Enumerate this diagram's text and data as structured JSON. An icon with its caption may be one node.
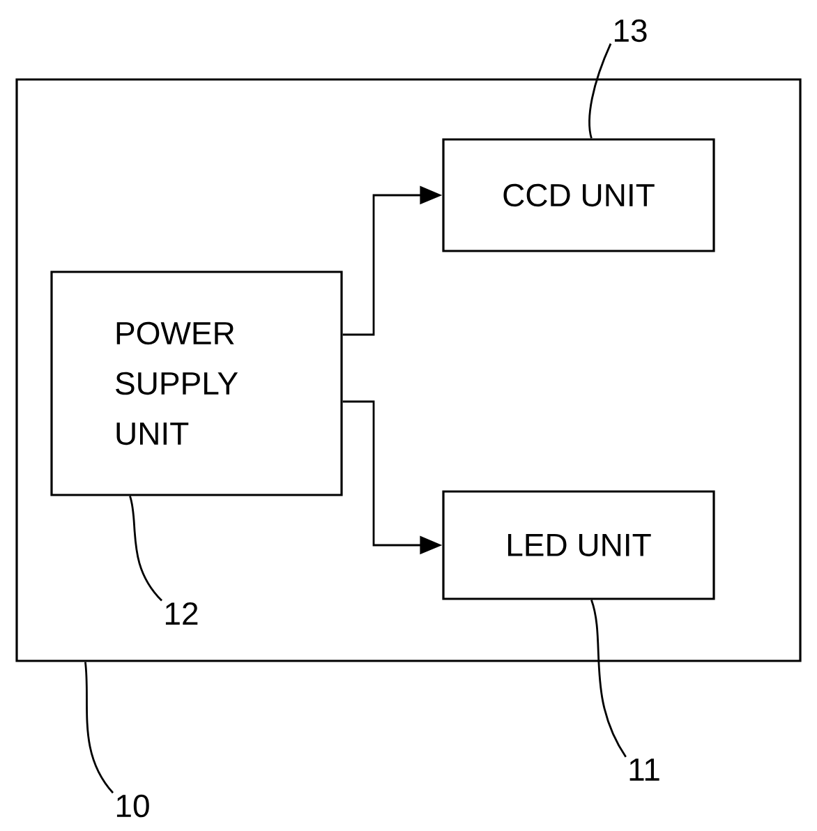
{
  "diagram": {
    "nodes": [
      {
        "text": [],
        "shape": "box"
      },
      {
        "text": [
          "POWER SUPPLY UNIT"
        ],
        "in": 0
      },
      {
        "text": [
          "CCD UNIT"
        ],
        "in": 0
      },
      {
        "text": [
          "LED UNIT"
        ],
        "in": 0
      },
      {
        "text": [
          "13"
        ]
      },
      {
        "text": [
          "12"
        ],
        "in": 0
      },
      {
        "text": [
          "11"
        ]
      },
      {
        "text": [
          "10"
        ]
      }
    ],
    "edges": [
      {
        "from": 1,
        "to": 2,
        "arrow": "to"
      },
      {
        "from": 1,
        "to": 3,
        "arrow": "to"
      },
      {
        "from": 4,
        "to": 2,
        "arrow": "none"
      },
      {
        "from": 5,
        "to": 1,
        "arrow": "none"
      },
      {
        "from": 6,
        "to": 3,
        "arrow": "none"
      },
      {
        "from": 7,
        "to": 0,
        "arrow": "none"
      }
    ]
  }
}
